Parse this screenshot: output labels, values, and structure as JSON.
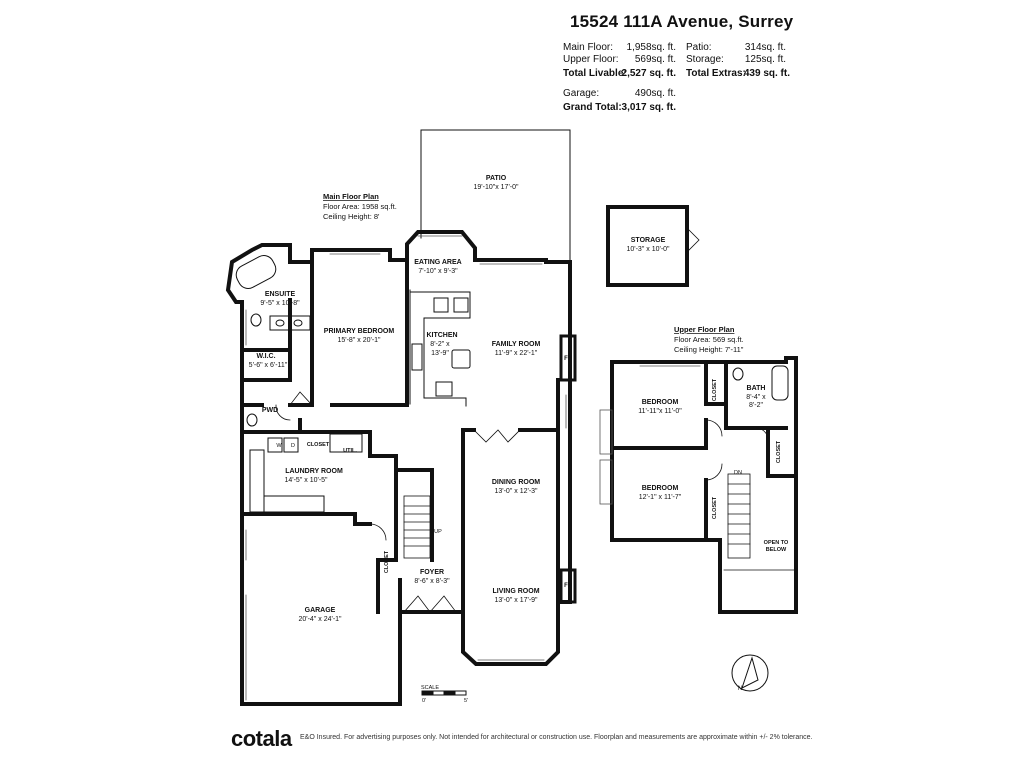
{
  "header": {
    "address": "15524 111A Avenue, Surrey"
  },
  "areas": {
    "main_floor_label": "Main Floor:",
    "main_floor_value": "1,958sq. ft.",
    "upper_floor_label": "Upper Floor:",
    "upper_floor_value": "569sq. ft.",
    "total_livable_label": "Total Livable:",
    "total_livable_value": "2,527 sq. ft.",
    "patio_label": "Patio:",
    "patio_value": "314sq. ft.",
    "storage_label": "Storage:",
    "storage_value": "125sq. ft.",
    "total_extras_label": "Total Extras:",
    "total_extras_value": "439 sq. ft.",
    "garage_label": "Garage:",
    "garage_value": "490sq. ft.",
    "grand_total_label": "Grand Total:",
    "grand_total_value": "3,017 sq. ft."
  },
  "main_floor": {
    "title": "Main Floor Plan",
    "area": "Floor Area: 1958 sq.ft.",
    "ceiling": "Ceiling Height: 8'"
  },
  "upper_floor": {
    "title": "Upper Floor Plan",
    "area": "Floor Area: 569 sq.ft.",
    "ceiling": "Ceiling Height: 7'-11\""
  },
  "rooms": {
    "patio": {
      "name": "PATIO",
      "dim": "19'-10\"x 17'-0\""
    },
    "storage": {
      "name": "STORAGE",
      "dim": "10'-3\" x 10'-0\""
    },
    "eating": {
      "name": "EATING AREA",
      "dim": "7'-10\" x 9'-3\""
    },
    "ensuite": {
      "name": "ENSUITE",
      "dim": "9'-5\" x 10'-8\""
    },
    "primary": {
      "name": "PRIMARY BEDROOM",
      "dim": "15'-8\" x 20'-1\""
    },
    "kitchen": {
      "name": "KITCHEN",
      "dim1": "8'-2\" x",
      "dim2": "13'-9\""
    },
    "family": {
      "name": "FAMILY ROOM",
      "dim": "11'-9\" x 22'-1\""
    },
    "wic": {
      "name": "W.I.C.",
      "dim": "5'-6\" x 6'-11\""
    },
    "pwd": {
      "name": "PWD"
    },
    "laundry": {
      "name": "LAUNDRY ROOM",
      "dim": "14'-5\" x 10'-5\""
    },
    "dining": {
      "name": "DINING ROOM",
      "dim": "13'-0\" x 12'-3\""
    },
    "foyer": {
      "name": "FOYER",
      "dim": "8'-6\" x 8'-3\""
    },
    "living": {
      "name": "LIVING ROOM",
      "dim": "13'-0\" x 17'-9\""
    },
    "garage": {
      "name": "GARAGE",
      "dim": "20'-4\" x 24'-1\""
    },
    "bedroom1": {
      "name": "BEDROOM",
      "dim": "11'-11\"x 11'-0\""
    },
    "bedroom2": {
      "name": "BEDROOM",
      "dim": "12'-1\" x 11'-7\""
    },
    "bath": {
      "name": "BATH",
      "dim1": "8'-4\" x",
      "dim2": "8'-2\""
    }
  },
  "labels": {
    "closet": "CLOSET",
    "util": "UTIL.",
    "fp": "FP",
    "w": "W",
    "d": "D",
    "up": "UP",
    "dn": "DN",
    "open_to": "OPEN TO",
    "below": "BELOW",
    "scale": "SCALE",
    "scale_0": "0'",
    "scale_5": "5'",
    "north": "N"
  },
  "footer": {
    "brand": "cotala",
    "disclaimer": "E&O Insured. For advertising purposes only. Not intended for architectural or construction use. Floorplan and measurements are approximate within +/- 2% tolerance."
  }
}
